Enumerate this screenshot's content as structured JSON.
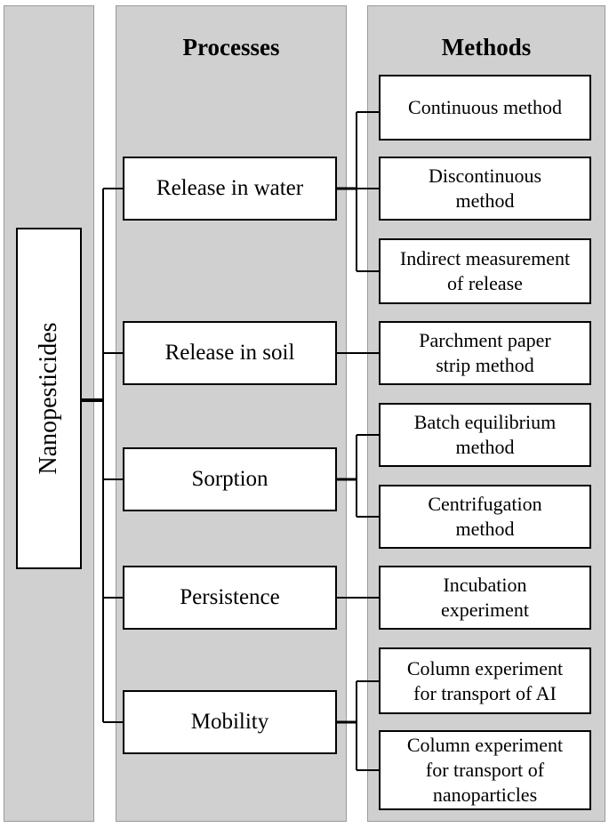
{
  "headers": {
    "processes": "Processes",
    "methods": "Methods"
  },
  "root": {
    "label": "Nanopesticides"
  },
  "processes": [
    {
      "label": "Release in water"
    },
    {
      "label": "Release in soil"
    },
    {
      "label": "Sorption"
    },
    {
      "label": "Persistence"
    },
    {
      "label": "Mobility"
    }
  ],
  "methods": [
    {
      "label": "Continuous method"
    },
    {
      "label": "Discontinuous\nmethod"
    },
    {
      "label": "Indirect measurement\nof release"
    },
    {
      "label": "Parchment paper\nstrip method"
    },
    {
      "label": "Batch equilibrium\nmethod"
    },
    {
      "label": "Centrifugation\nmethod"
    },
    {
      "label": "Incubation\nexperiment"
    },
    {
      "label": "Column experiment\nfor transport of AI"
    },
    {
      "label": "Column experiment\nfor transport of\nnanoparticles"
    }
  ]
}
